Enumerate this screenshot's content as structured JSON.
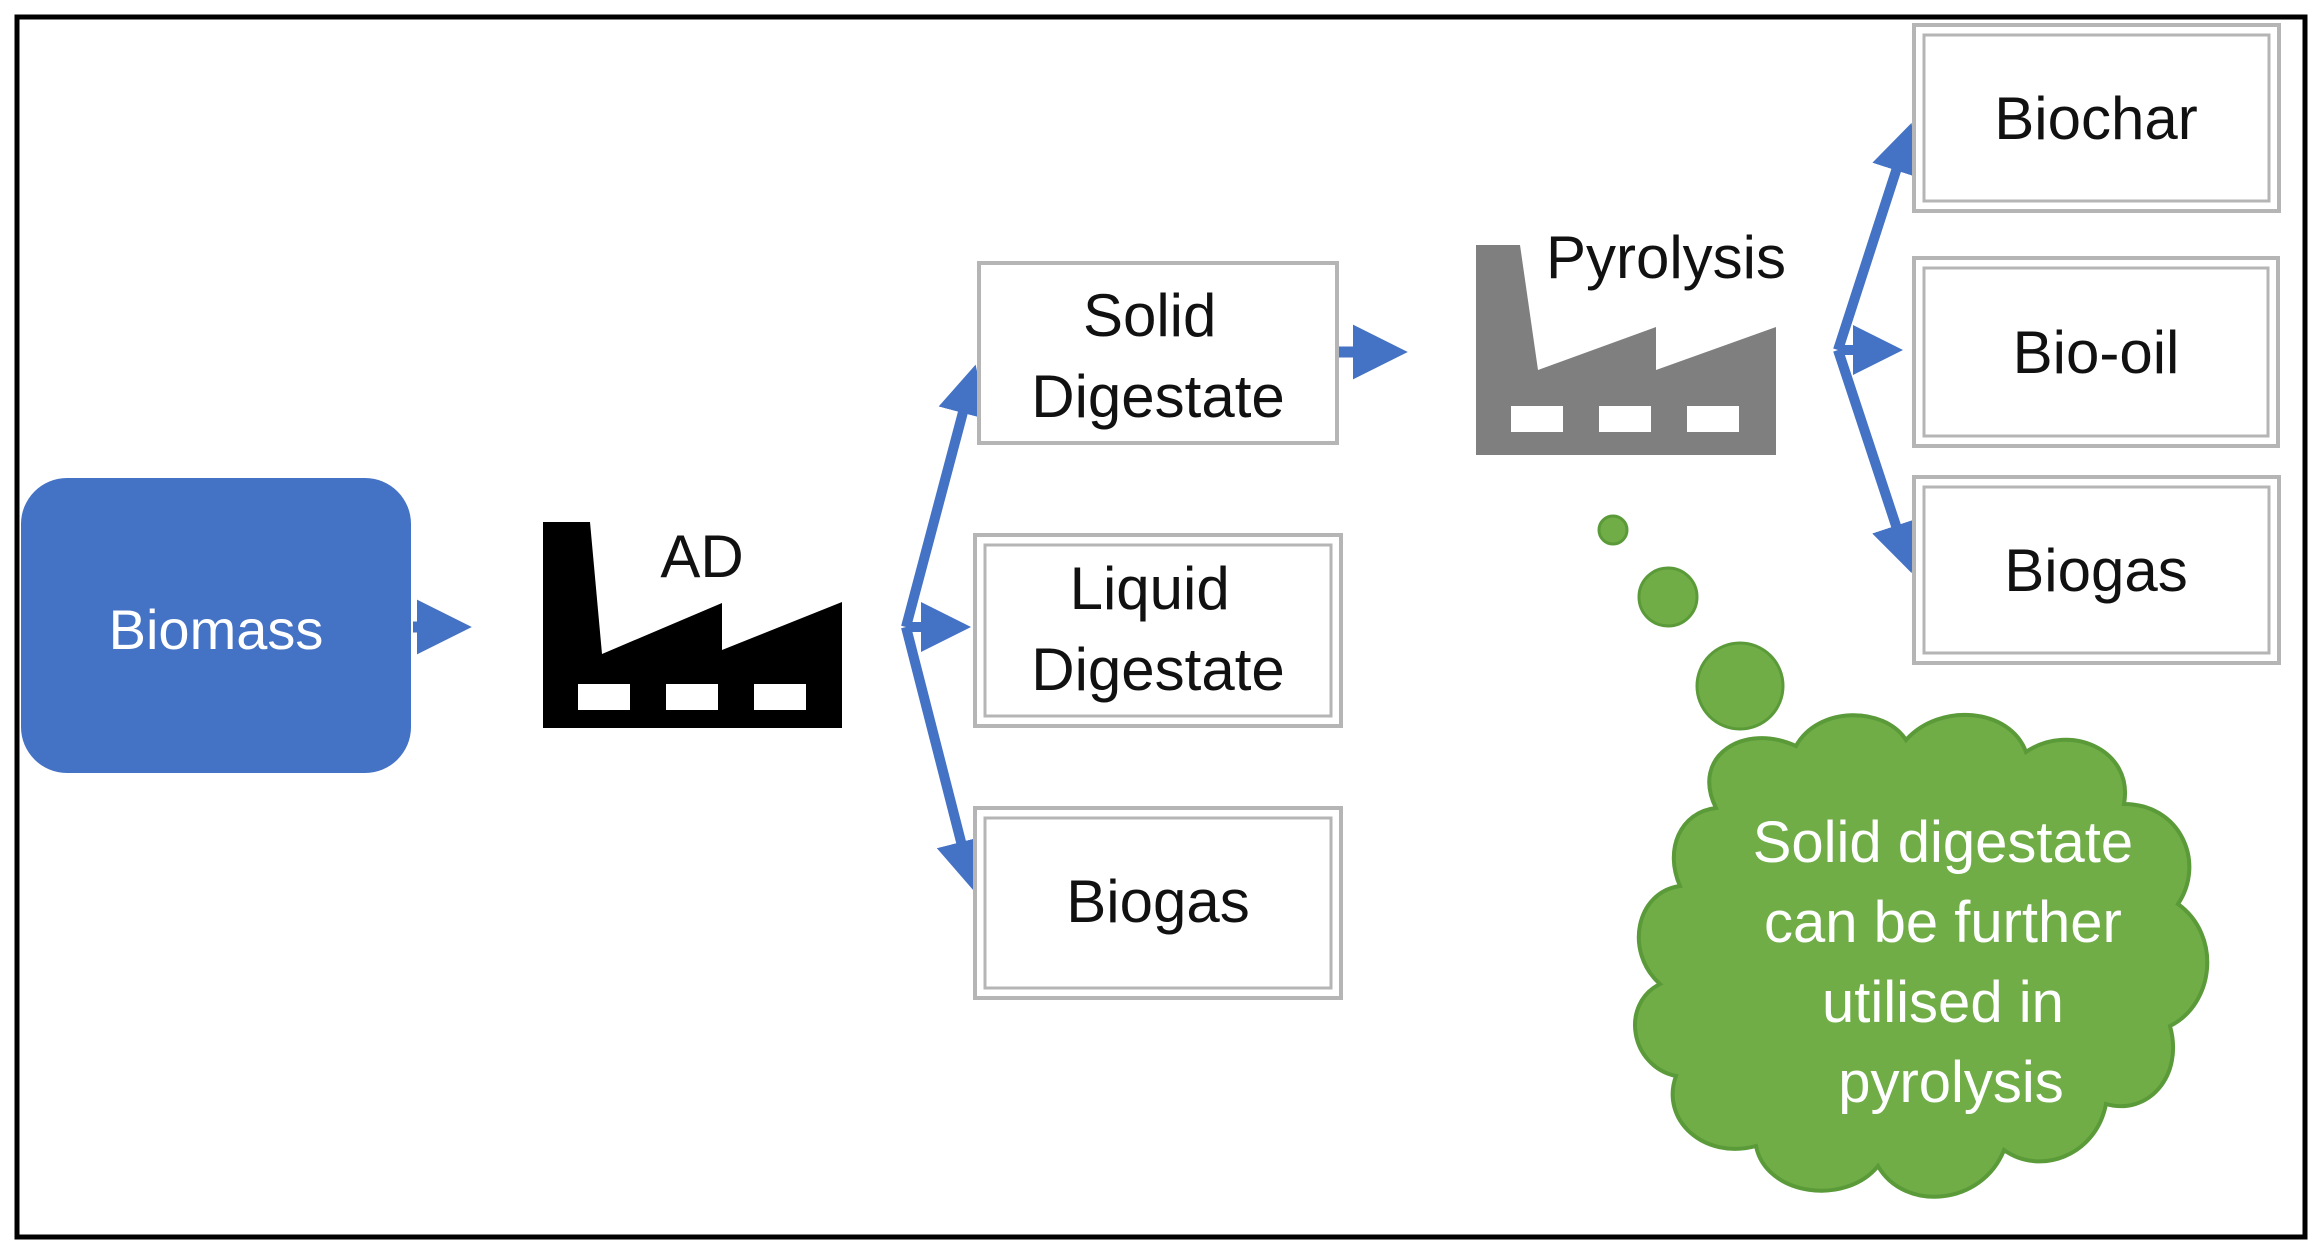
{
  "colors": {
    "frame": "#000000",
    "biomass_fill": "#4472c4",
    "arrow": "#4472c4",
    "ad_factory": "#000000",
    "pyrolysis_factory": "#7f7f7f",
    "cloud_fill": "#70ad47",
    "cloud_stroke": "#5a9a38",
    "box_border": "#b5b5b5"
  },
  "nodes": {
    "biomass": "Biomass",
    "ad": "AD",
    "solid_digestate": [
      "Solid",
      "Digestate"
    ],
    "liquid_digestate": [
      "Liquid",
      "Digestate"
    ],
    "biogas_ad": "Biogas",
    "pyrolysis": "Pyrolysis",
    "biochar": "Biochar",
    "bio_oil": "Bio-oil",
    "biogas_pyrolysis": "Biogas"
  },
  "icons": {
    "ad": "factory-icon",
    "pyrolysis": "factory-icon"
  },
  "cloud_note": [
    "Solid digestate",
    "can be further",
    "utilised in",
    "pyrolysis"
  ]
}
